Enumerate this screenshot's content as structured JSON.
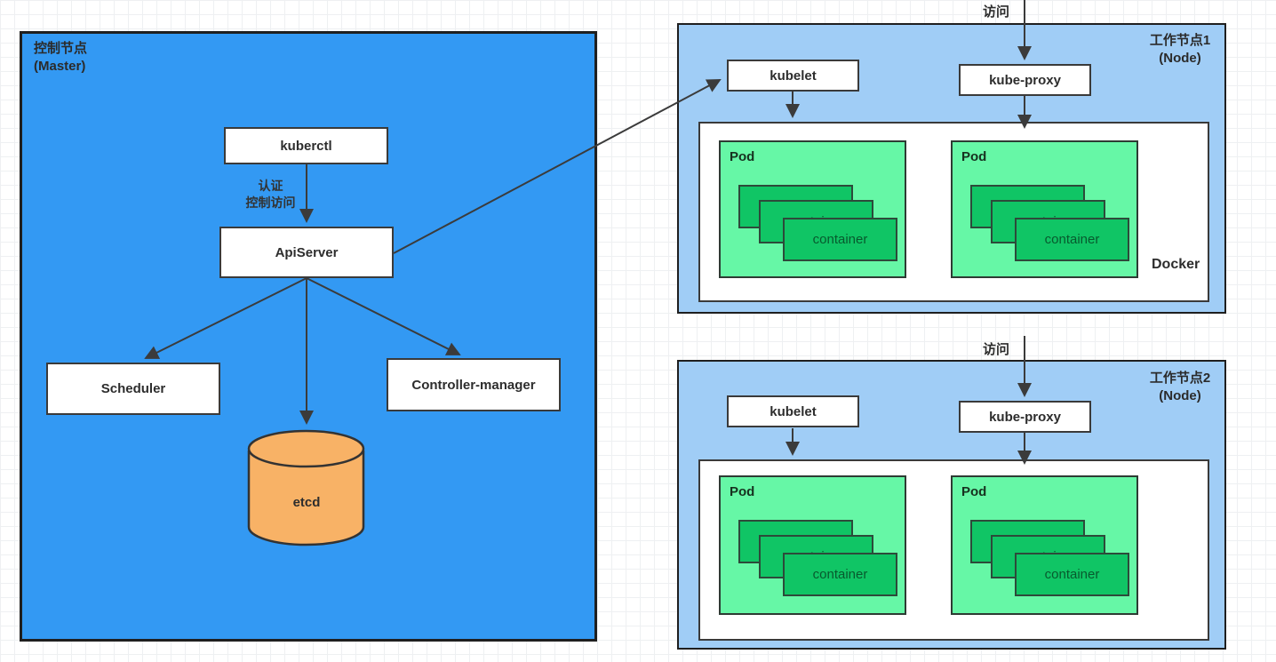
{
  "labels": {
    "pod": "Pod",
    "container": "container",
    "access": "访问",
    "kubelet": "kubelet",
    "kube_proxy": "kube-proxy",
    "docker": "Docker"
  },
  "master": {
    "title": "控制节点",
    "subtitle": "(Master)",
    "kuberctl": "kuberctl",
    "auth_line1": "认证",
    "auth_line2": "控制访问",
    "apiserver": "ApiServer",
    "scheduler": "Scheduler",
    "controller_manager": "Controller-manager",
    "etcd": "etcd"
  },
  "node1": {
    "title": "工作节点1",
    "subtitle": "(Node)",
    "docker": "Docker",
    "pods": [
      {
        "label": "Pod",
        "containers": [
          "container",
          "container",
          "container"
        ]
      },
      {
        "label": "Pod",
        "containers": [
          "container",
          "container",
          "container"
        ]
      }
    ]
  },
  "node2": {
    "title": "工作节点2",
    "subtitle": "(Node)",
    "pods": [
      {
        "label": "Pod",
        "containers": [
          "container",
          "container",
          "container"
        ]
      },
      {
        "label": "Pod",
        "containers": [
          "container",
          "container",
          "container"
        ]
      }
    ]
  },
  "colors": {
    "master_fill": "#3399F3",
    "node_fill": "#A0CDF6",
    "pod_fill": "#66F7A6",
    "container_fill": "#10C565",
    "etcd_fill": "#F8B266",
    "arrow_stroke": "#3b3b3b"
  }
}
